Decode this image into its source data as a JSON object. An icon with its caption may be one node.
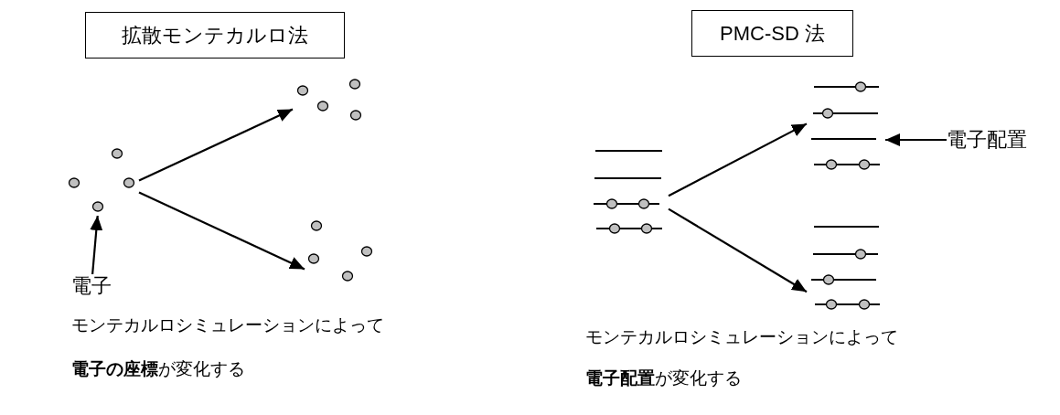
{
  "diagram": {
    "nodes": [
      {
        "text": [
          "拡散モンテカルロ法"
        ]
      },
      {
        "text": [
          "PMC-SD 法"
        ]
      },
      {
        "text": [],
        "shape": "picture"
      },
      {
        "text": [],
        "shape": "picture"
      },
      {
        "text": [],
        "shape": "picture"
      },
      {
        "text": [
          "電子"
        ]
      },
      {
        "text": [],
        "shape": "picture"
      },
      {
        "text": [],
        "shape": "picture"
      },
      {
        "text": [],
        "shape": "picture"
      },
      {
        "text": [
          "電子配置"
        ]
      }
    ],
    "edges": [
      {
        "from": 2,
        "to": 3,
        "arrow": "to"
      },
      {
        "from": 2,
        "to": 4,
        "arrow": "to"
      },
      {
        "from": 5,
        "to": 2,
        "arrow": "to"
      },
      {
        "from": 6,
        "to": 7,
        "arrow": "to"
      },
      {
        "from": 6,
        "to": 8,
        "arrow": "to"
      },
      {
        "from": 9,
        "to": 7,
        "arrow": "to"
      }
    ],
    "labels": [
      "モンテカルロシミュレーションによって",
      "**電子の座標**が変化する",
      "モンテカルロシミュレーションによって",
      "**電子配置**が変化する"
    ]
  }
}
